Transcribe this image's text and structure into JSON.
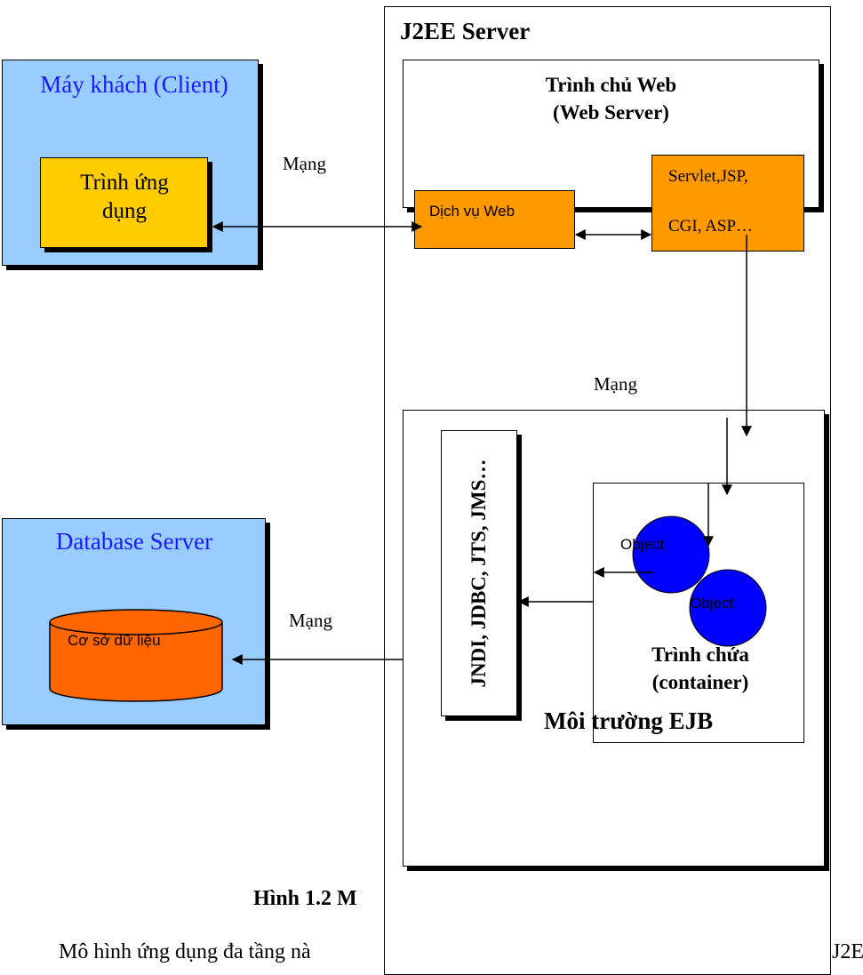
{
  "client": {
    "title": "Máy khách (Client)",
    "app_line1": "Trình ứng",
    "app_line2": "dụng"
  },
  "database": {
    "title": "Database Server",
    "store_label": "Cơ sở dữ liệu"
  },
  "server": {
    "title": "J2EE Server",
    "web_server_line1": "Trình chủ Web",
    "web_server_line2": "(Web Server)",
    "web_service": "Dịch vụ Web",
    "servlet_line1": "Servlet,JSP,",
    "servlet_line2": "CGI, ASP…",
    "apis": "JNDI, JDBC, JTS, JMS…",
    "object_1": "Object",
    "object_2": "Object",
    "container_line1": "Trình chứa",
    "container_line2": "(container)",
    "ejb_environment": "Môi trường EJB"
  },
  "network_label": "Mạng",
  "caption_visible": "Hình 1.2 M",
  "body_text_visible": "Mô hình ứng dụng đa tầng nà",
  "body_text_end_visible": "J2E",
  "colors": {
    "panel_blue": "#99ccff",
    "title_blue": "#1a1aff",
    "app_yellow": "#ffcc00",
    "component_orange": "#ff9900",
    "database_orange": "#ff6600",
    "object_blue": "#0000ff"
  }
}
